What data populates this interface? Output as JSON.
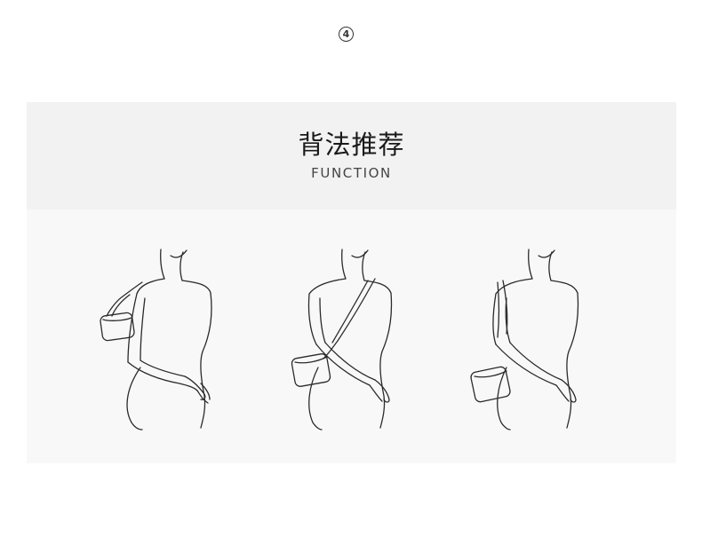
{
  "step": {
    "number": "4"
  },
  "header": {
    "title": "背法推荐",
    "subtitle": "FUNCTION"
  },
  "figures": [
    {
      "name": "shoulder-carry"
    },
    {
      "name": "crossbody-carry"
    },
    {
      "name": "side-shoulder-carry"
    }
  ],
  "colors": {
    "header_bg": "#f2f2f2",
    "figures_bg": "#f8f8f8",
    "line": "#2a2a2a",
    "text": "#1a1a1a"
  }
}
